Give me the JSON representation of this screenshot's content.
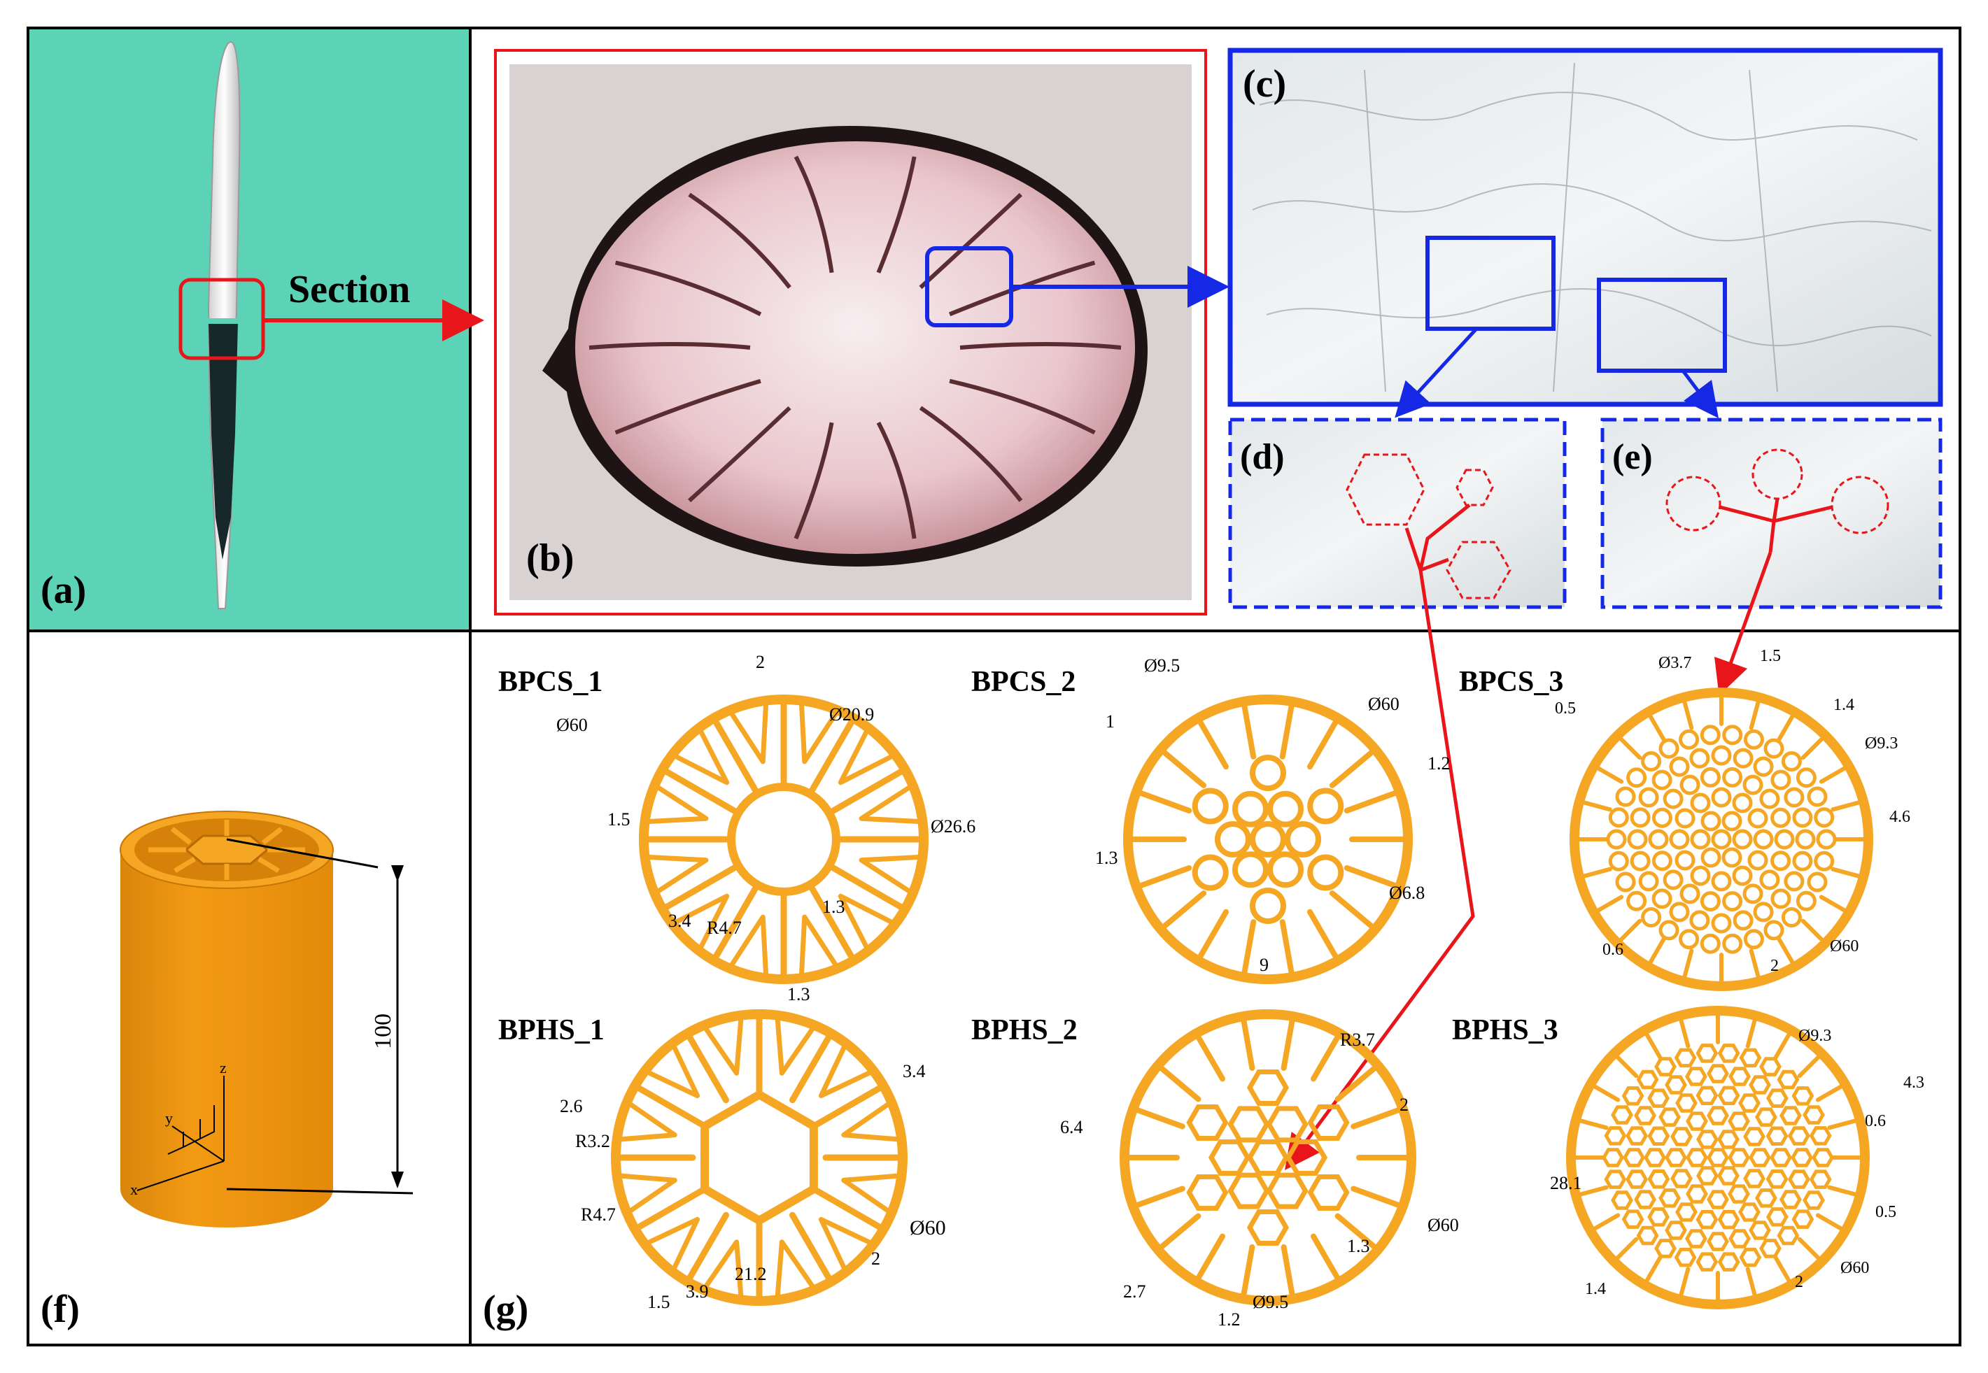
{
  "panels": {
    "a": "(a)",
    "b": "(b)",
    "c": "(c)",
    "d": "(d)",
    "e": "(e)",
    "f": "(f)",
    "g": "(g)"
  },
  "section_label": "Section",
  "designs": {
    "bpcs1": "BPCS_1",
    "bpcs2": "BPCS_2",
    "bpcs3": "BPCS_3",
    "bphs1": "BPHS_1",
    "bphs2": "BPHS_2",
    "bphs3": "BPHS_3"
  },
  "height_dim": "100",
  "axes": {
    "x": "x",
    "y": "y",
    "z": "z"
  },
  "dims": {
    "bpcs1": [
      "2",
      "Ø20.9",
      "Ø60",
      "Ø26.6",
      "1.5",
      "3.4",
      "R4.7",
      "1.3"
    ],
    "bpcs2": [
      "Ø9.5",
      "1",
      "Ø60",
      "1.2",
      "1.3",
      "Ø6.8",
      "9"
    ],
    "bpcs3": [
      "Ø3.7",
      "1.5",
      "0.5",
      "1.4",
      "Ø9.3",
      "4.6",
      "0.6",
      "2",
      "Ø60"
    ],
    "bphs1": [
      "1.3",
      "3.4",
      "2.6",
      "R3.2",
      "R4.7",
      "Ø60",
      "2",
      "21.2",
      "3.9",
      "1.5"
    ],
    "bphs2": [
      "R3.7",
      "6.4",
      "2",
      "2.7",
      "Ø60",
      "1.3",
      "Ø9.5",
      "1.2"
    ],
    "bphs3": [
      "Ø9.3",
      "4.3",
      "0.6",
      "28.1",
      "0.5",
      "1.4",
      "2",
      "Ø60"
    ]
  },
  "colors": {
    "part": "#F5A623",
    "teal_bg": "#5CD3B6",
    "red": "#E8161B",
    "blue": "#1428E6",
    "frame": "#000000"
  }
}
